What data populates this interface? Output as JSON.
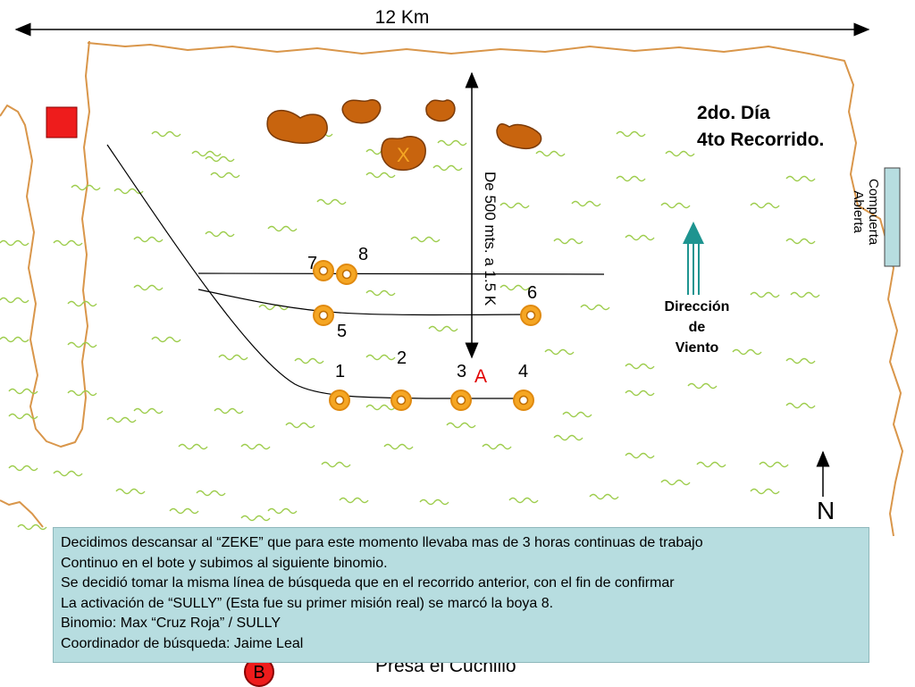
{
  "scale": {
    "label": "12 Km"
  },
  "title": {
    "line1": "2do. Día",
    "line2": "4to Recorrido."
  },
  "distance_label": "De 500 mts. a 1.5 K",
  "gate_label": {
    "line1": "Compuerta",
    "line2": "Abierta"
  },
  "wind_label": {
    "line1": "Dirección",
    "line2": "de",
    "line3": "Viento"
  },
  "north_label": "N",
  "buoys": [
    {
      "number": "1"
    },
    {
      "number": "2"
    },
    {
      "number": "3"
    },
    {
      "number": "4"
    },
    {
      "number": "5"
    },
    {
      "number": "6"
    },
    {
      "number": "7"
    },
    {
      "number": "8"
    }
  ],
  "markers": {
    "a": "A",
    "x": "X",
    "b": "B"
  },
  "bottom_label": "Presa el Cuchillo",
  "info_box": {
    "lines": [
      "Decidimos descansar al “ZEKE” que para este momento llevaba mas de 3 horas continuas de trabajo",
      "Continuo en el bote y subimos al siguiente binomio.",
      "Se decidió tomar la misma línea de búsqueda que en el recorrido anterior, con el fin de confirmar",
      "La activación de “SULLY” (Esta fue su primer misión real) se marcó la boya 8.",
      "Binomio: Max “Cruz Roja” / SULLY",
      "Coordinador de búsqueda: Jaime Leal"
    ]
  },
  "colors": {
    "shore": "#d9964a",
    "rocks": "#c8640e",
    "buoy": "#f5a623",
    "grass": "#9ccc4a",
    "gate": "#b7dde0",
    "wind_arrow": "#1e9490",
    "red_square": "#ee1c1c",
    "info_bg": "#b7dde0"
  }
}
